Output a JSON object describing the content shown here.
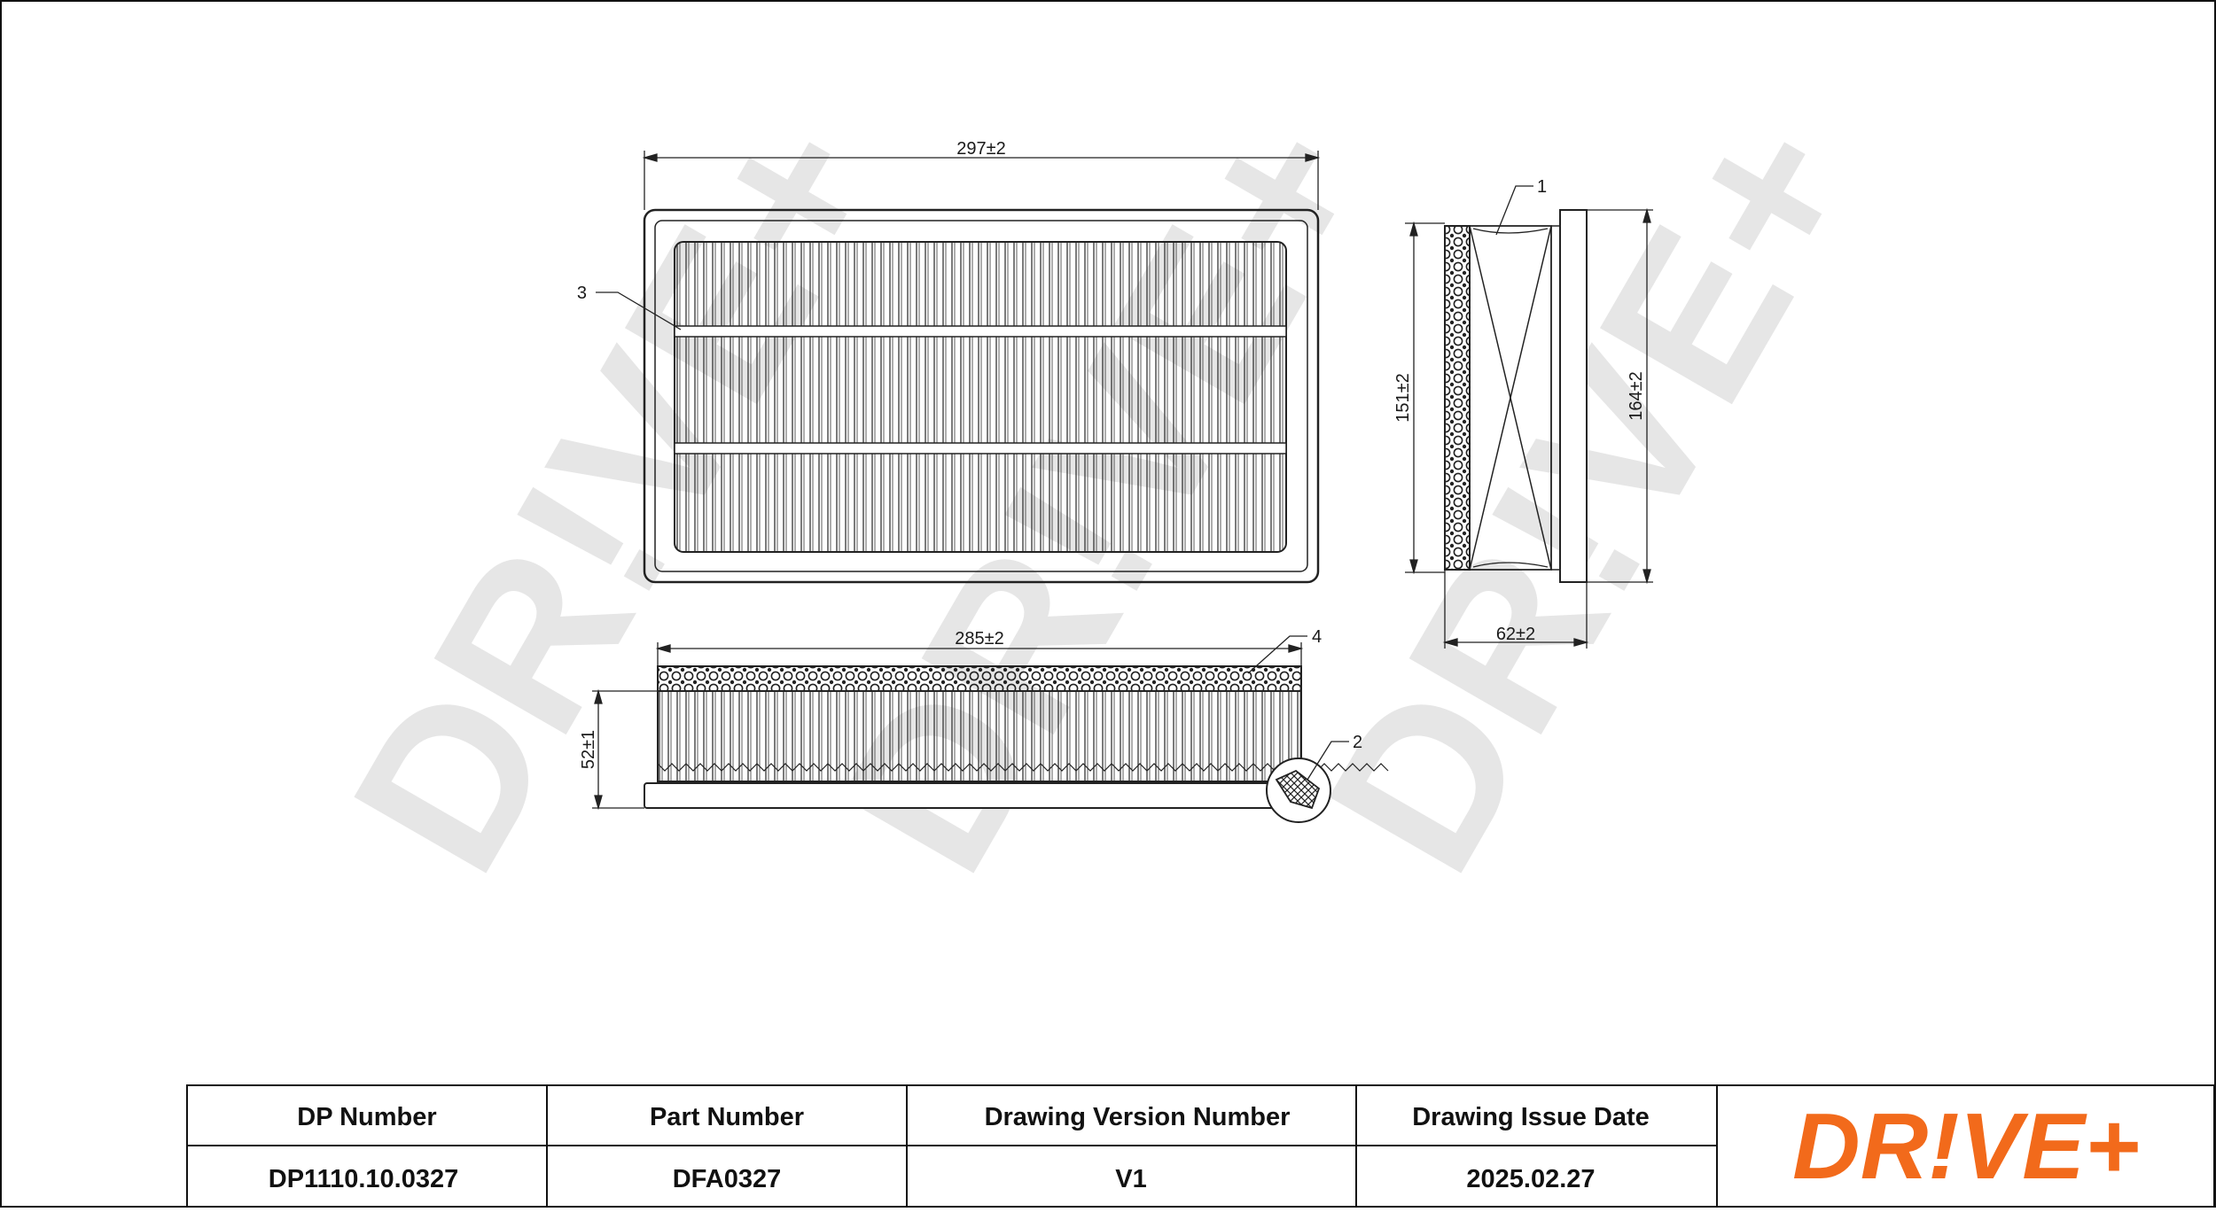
{
  "drawing": {
    "dimensions": {
      "top_width": "297±2",
      "bottom_width": "285±2",
      "side_inner_height": "151±2",
      "side_outer_height": "164±2",
      "side_depth": "62±2",
      "bottom_height": "52±1"
    },
    "callouts": [
      "1",
      "2",
      "3",
      "4"
    ]
  },
  "watermark": {
    "text": "DR!VE+",
    "color": "#e6e6e6"
  },
  "title_block": {
    "headers": [
      "DP Number",
      "Part Number",
      "Drawing Version Number",
      "Drawing Issue Date"
    ],
    "values": [
      "DP1110.10.0327",
      "DFA0327",
      "V1",
      "2025.02.27"
    ]
  },
  "logo": {
    "text": "DR!VE+",
    "color": "#f26a1b"
  }
}
